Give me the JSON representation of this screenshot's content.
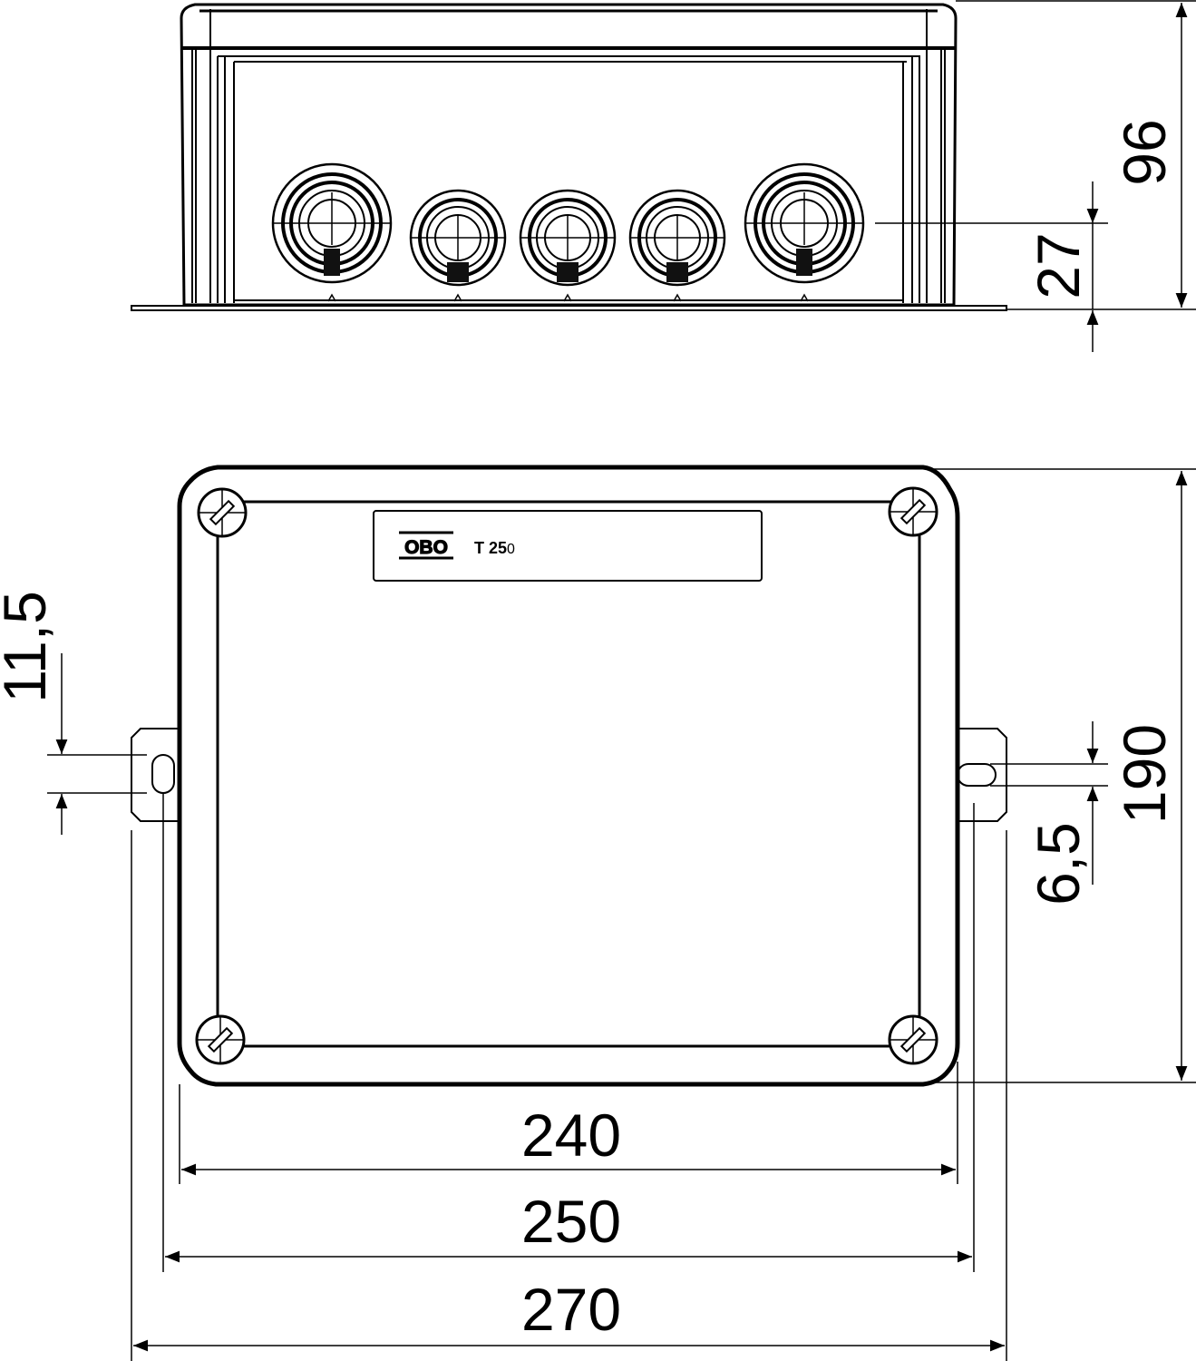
{
  "drawing": {
    "title": "Junction box T 250 dimension drawing",
    "stroke_color": "#000000",
    "background_color": "#ffffff",
    "front_view": {
      "cable_entries": 5,
      "dimensions": {
        "height": "96",
        "entry_center_height": "27"
      }
    },
    "top_view": {
      "label_plate": {
        "brand": "OBO",
        "model_bold": "T 25",
        "model_suffix": "0"
      },
      "dimensions": {
        "depth": "190",
        "slot_length": "11,5",
        "slot_width": "6,5",
        "width_body": "240",
        "width_mounting": "250",
        "width_overall": "270"
      }
    }
  }
}
